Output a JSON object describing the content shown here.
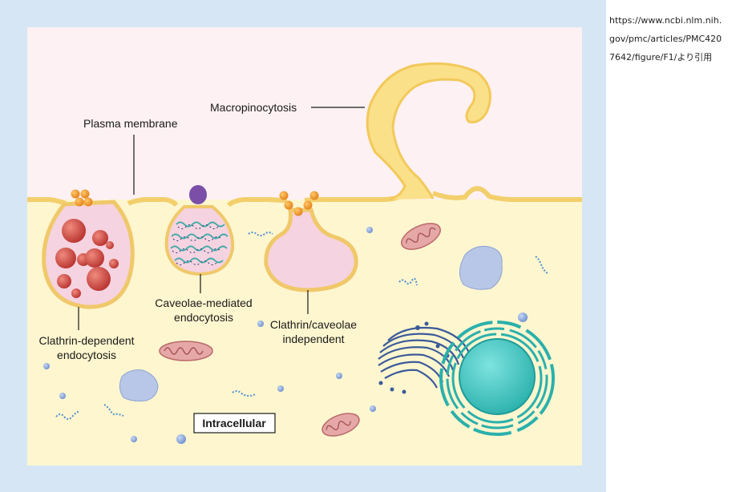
{
  "labels": {
    "plasma_membrane": "Plasma membrane",
    "macropinocytosis": "Macropinocytosis",
    "clathrin_dependent": [
      "Clathrin-dependent",
      "endocytosis"
    ],
    "caveolae_mediated": [
      "Caveolae-mediated",
      "endocytosis"
    ],
    "clathrin_caveolae_independent": [
      "Clathrin/caveolae",
      "independent"
    ],
    "intracellular": "Intracellular"
  },
  "source_note": {
    "lines": [
      "https://www.ncbi.nlm.nih.",
      "gov/pmc/articles/PMC420",
      "7642/figure/F1/より引用"
    ]
  },
  "colors": {
    "frame": "#d6e6f5",
    "extracellular": "#fdf1f3",
    "cytoplasm": "#fdf6cf",
    "membrane": "#f6d77a",
    "vesicle_pink": "#f7d6e4",
    "cargo_red": "#cc4a44",
    "clathrin_orange": "#f39a1e",
    "caveolin_purple": "#7b4fa8",
    "caveolin_teal": "#3fa9a6",
    "mitochondria": "#e2a3a3",
    "golgi_blue": "#3b5a9a",
    "nucleus_teal": "#3ec3c0"
  }
}
